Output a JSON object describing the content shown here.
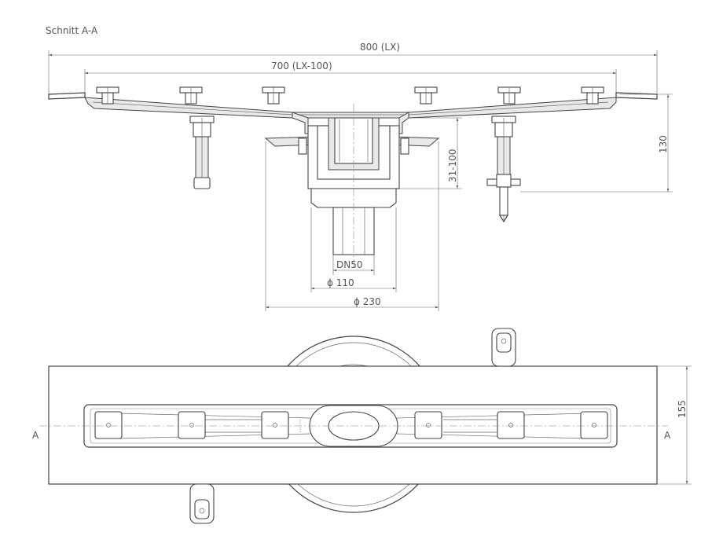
{
  "title": "Schnitt A-A",
  "section": {
    "overall_width": "800 (LX)",
    "channel_width": "700 (LX-100)",
    "height_total": "130",
    "height_adjust": "31-100",
    "outlet_dn": "DN50",
    "outlet_dia": "ϕ 110",
    "flange_dia": "ϕ 230"
  },
  "plan": {
    "width": "155",
    "section_left": "A",
    "section_right": "A"
  }
}
